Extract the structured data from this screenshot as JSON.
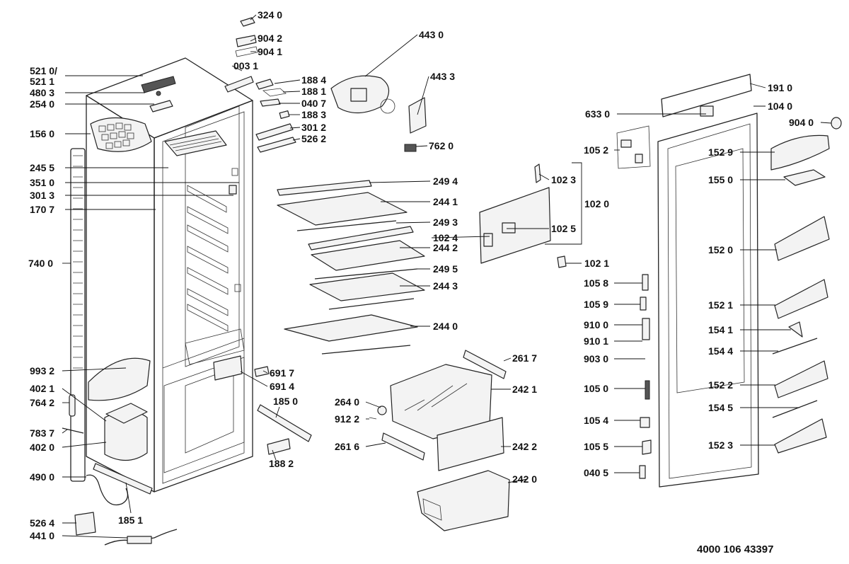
{
  "document_number": "4000 106 43397",
  "labels": {
    "l3240": "324 0",
    "l9042": "904 2",
    "l9041": "904 1",
    "l4430": "443 0",
    "l4433": "443 3",
    "l5210a": "521 0/",
    "l5211": "521 1",
    "l0031": "003 1",
    "l1884": "188 4",
    "l4803": "480 3",
    "l1881": "188 1",
    "l2540": "254 0",
    "l0407": "040 7",
    "l1883": "188 3",
    "l1560": "156 0",
    "l3012": "301 2",
    "l5262": "526 2",
    "l7620": "762 0",
    "l2455": "245 5",
    "l3510": "351 0",
    "l3013": "301 3",
    "l1707": "170 7",
    "l7400": "740 0",
    "l2494": "249 4",
    "l2441": "244 1",
    "l2493": "249 3",
    "l1024": "102 4",
    "l2442": "244 2",
    "l2495": "249 5",
    "l2443": "244 3",
    "l2440": "244 0",
    "l1023": "102 3",
    "l1020": "102 0",
    "l1025": "102 5",
    "l1021": "102 1",
    "l9932": "993 2",
    "l4021": "402 1",
    "l7642": "764 2",
    "l7837": "783 7",
    "l4020": "402 0",
    "l4900": "490 0",
    "l5264": "526 4",
    "l4410": "441 0",
    "l1851": "185 1",
    "l6917": "691 7",
    "l6914": "691 4",
    "l1850": "185 0",
    "l1882": "188 2",
    "l2617": "261 7",
    "l2421": "242 1",
    "l2640": "264 0",
    "l9122": "912 2",
    "l2616": "261 6",
    "l2422": "242 2",
    "l2420": "242 0",
    "l1910": "191 0",
    "l6330": "633 0",
    "l1040": "104 0",
    "l9040": "904 0",
    "l1052": "105 2",
    "l1529": "152 9",
    "l1550": "155 0",
    "l1520": "152 0",
    "l1058": "105 8",
    "l1059": "105 9",
    "l1521": "152 1",
    "l9100": "910 0",
    "l9101": "910 1",
    "l1541": "154 1",
    "l1544": "154 4",
    "l9030": "903 0",
    "l1050": "105 0",
    "l1522": "152 2",
    "l1545": "154 5",
    "l1054": "105 4",
    "l1055": "105 5",
    "l1523": "152 3",
    "l0405": "040 5"
  }
}
